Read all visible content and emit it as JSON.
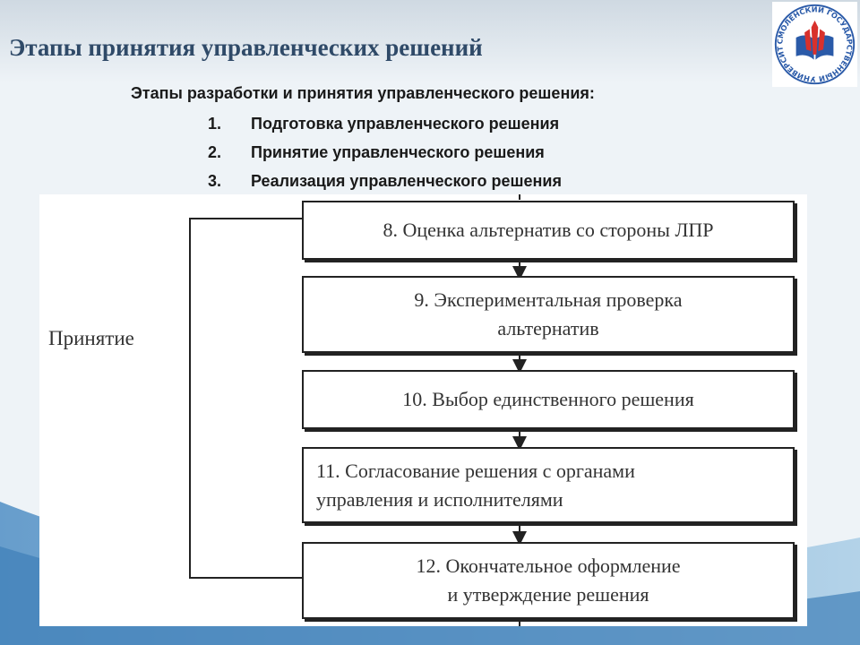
{
  "slide": {
    "title": "Этапы принятия управленческих решений"
  },
  "logo": {
    "text": "СМОЛЕНСКИЙ ГОСУДАРСТВЕННЫЙ УНИВЕРСИТЕТ"
  },
  "intro": {
    "heading": "Этапы разработки и принятия управленческого решения:",
    "stages": [
      {
        "num": "1.",
        "text": "Подготовка управленческого решения"
      },
      {
        "num": "2.",
        "text": "Принятие управленческого решения"
      },
      {
        "num": "3.",
        "text": "Реализация управленческого решения"
      }
    ]
  },
  "diagram": {
    "phase_label": "Принятие",
    "steps": [
      {
        "line1": "8. Оценка альтернатив со стороны ЛПР",
        "line2": ""
      },
      {
        "line1": "9. Экспериментальная проверка",
        "line2": "альтернатив"
      },
      {
        "line1": "10. Выбор единственного решения",
        "line2": ""
      },
      {
        "line1": "11. Согласование решения с органами",
        "line2": "управления и исполнителями"
      },
      {
        "line1": "12. Окончательное оформление",
        "line2": "и утверждение решения"
      }
    ]
  },
  "colors": {
    "title": "#2f4a68",
    "logo_blue": "#2a5aa8",
    "logo_red": "#d8312c",
    "background": "#e9f1f7"
  }
}
